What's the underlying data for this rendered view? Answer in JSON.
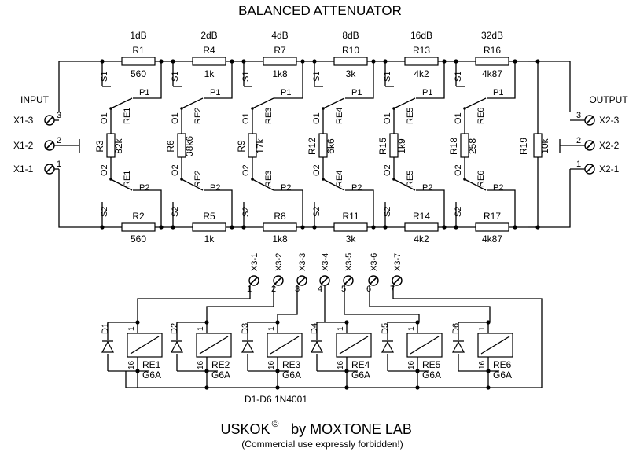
{
  "title": "BALANCED ATTENUATOR",
  "stages": [
    {
      "db": "1dB",
      "top": {
        "ref": "R1",
        "val": "560"
      },
      "bot": {
        "ref": "R2",
        "val": "560"
      },
      "shunt": {
        "ref": "R3",
        "val": "82k"
      },
      "relay": "RE1"
    },
    {
      "db": "2dB",
      "top": {
        "ref": "R4",
        "val": "1k"
      },
      "bot": {
        "ref": "R5",
        "val": "1k"
      },
      "shunt": {
        "ref": "R6",
        "val": "38k6"
      },
      "relay": "RE2"
    },
    {
      "db": "4dB",
      "top": {
        "ref": "R7",
        "val": "1k8"
      },
      "bot": {
        "ref": "R8",
        "val": "1k8"
      },
      "shunt": {
        "ref": "R9",
        "val": "17k"
      },
      "relay": "RE3"
    },
    {
      "db": "8dB",
      "top": {
        "ref": "R10",
        "val": "3k"
      },
      "bot": {
        "ref": "R11",
        "val": "3k"
      },
      "shunt": {
        "ref": "R12",
        "val": "6k6"
      },
      "relay": "RE4"
    },
    {
      "db": "16dB",
      "top": {
        "ref": "R13",
        "val": "4k2"
      },
      "bot": {
        "ref": "R14",
        "val": "4k2"
      },
      "shunt": {
        "ref": "R15",
        "val": "1k9"
      },
      "relay": "RE5"
    },
    {
      "db": "32dB",
      "top": {
        "ref": "R16",
        "val": "4k87"
      },
      "bot": {
        "ref": "R17",
        "val": "4k87"
      },
      "shunt": {
        "ref": "R18",
        "val": "258"
      },
      "relay": "RE6"
    }
  ],
  "contacts": {
    "s1": "S1",
    "s2": "S2",
    "o1": "O1",
    "o2": "O2",
    "p1": "P1",
    "p2": "P2"
  },
  "load": {
    "ref": "R19",
    "val": "10k"
  },
  "input": {
    "label": "INPUT",
    "pins": [
      {
        "name": "X1-3",
        "num": "3"
      },
      {
        "name": "X1-2",
        "num": "2"
      },
      {
        "name": "X1-1",
        "num": "1"
      }
    ]
  },
  "output": {
    "label": "OUTPUT",
    "pins": [
      {
        "name": "X2-3",
        "num": "3"
      },
      {
        "name": "X2-2",
        "num": "2"
      },
      {
        "name": "X2-1",
        "num": "1"
      }
    ]
  },
  "control": [
    {
      "name": "X3-1",
      "num": "1"
    },
    {
      "name": "X3-2",
      "num": "2"
    },
    {
      "name": "X3-3",
      "num": "3"
    },
    {
      "name": "X3-4",
      "num": "4"
    },
    {
      "name": "X3-5",
      "num": "5"
    },
    {
      "name": "X3-6",
      "num": "6"
    },
    {
      "name": "X3-7",
      "num": "7"
    }
  ],
  "drivers": [
    {
      "diode": "D1",
      "relay": "RE1",
      "type": "G6A"
    },
    {
      "diode": "D2",
      "relay": "RE2",
      "type": "G6A"
    },
    {
      "diode": "D3",
      "relay": "RE3",
      "type": "G6A"
    },
    {
      "diode": "D4",
      "relay": "RE4",
      "type": "G6A"
    },
    {
      "diode": "D5",
      "relay": "RE5",
      "type": "G6A"
    },
    {
      "diode": "D6",
      "relay": "RE6",
      "type": "G6A"
    }
  ],
  "coil_pins": {
    "top": "1",
    "bottom": "16"
  },
  "diode_note": "D1-D6  1N4001",
  "credit": {
    "name": "USKOK",
    "mark": "©",
    "by": "by MOXTONE LAB",
    "note": "(Commercial use expressly forbidden!)"
  }
}
